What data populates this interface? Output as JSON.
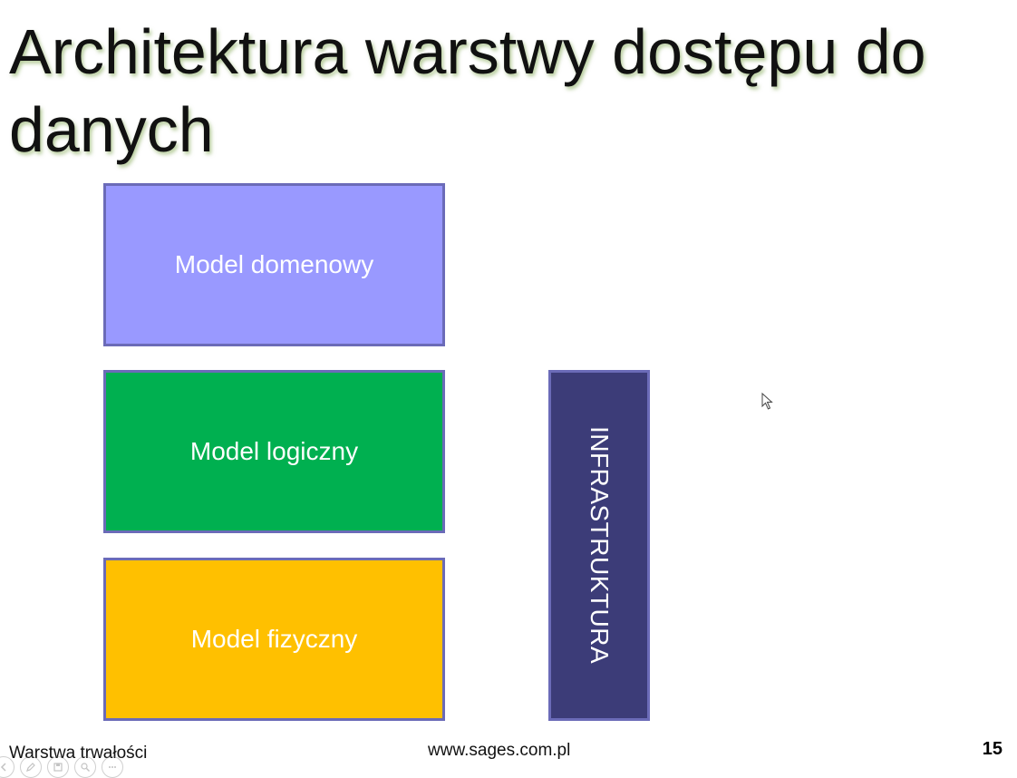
{
  "slide": {
    "title": "Architektura warstwy dostępu do danych"
  },
  "diagram": {
    "boxes": [
      {
        "label": "Model domenowy",
        "color": "#9999ff"
      },
      {
        "label": "Model logiczny",
        "color": "#00b050"
      },
      {
        "label": "Model fizyczny",
        "color": "#ffc000"
      }
    ],
    "infrastructure": {
      "label": "INFRASTRUKTURA",
      "color": "#3c3c78"
    }
  },
  "footer": {
    "left": "Warstwa trwałości",
    "center": "www.sages.com.pl",
    "page": "15"
  },
  "viewer_controls": {
    "icons": [
      "back-icon",
      "pen-icon",
      "slides-icon",
      "zoom-icon",
      "more-icon"
    ]
  }
}
